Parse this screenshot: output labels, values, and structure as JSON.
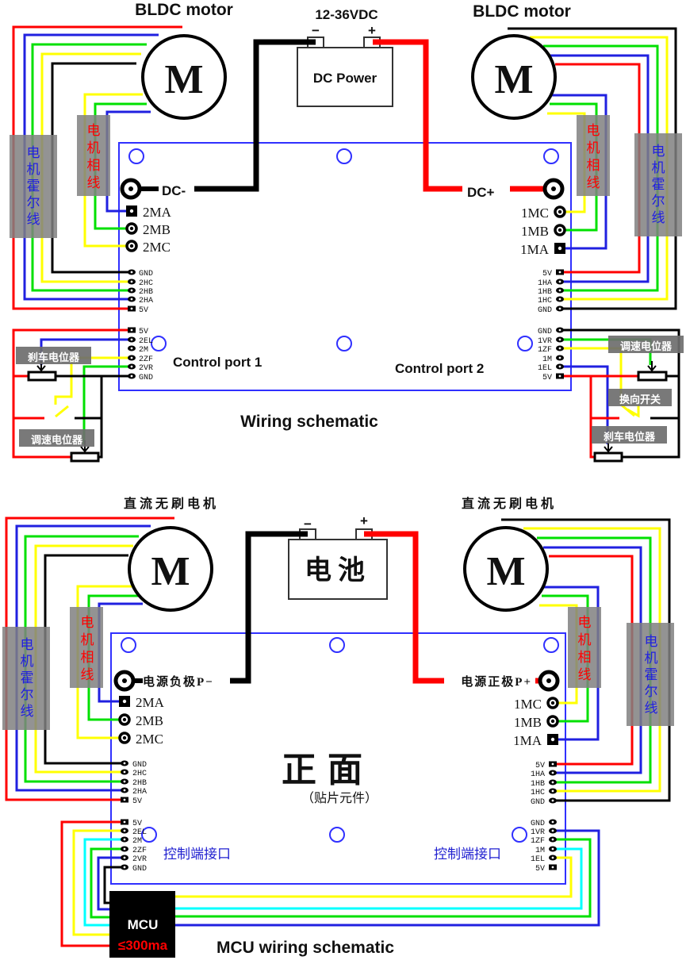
{
  "colors": {
    "red": "#ff0000",
    "blue": "#2020e0",
    "green": "#00e000",
    "yellow": "#ffff00",
    "black": "#000000",
    "cyan": "#00ffff",
    "board_outline": "#3030ff",
    "label_box": "#808080",
    "label_box_dark": "#6e6e6e",
    "mcu_box": "#000000",
    "mcu_limit_text": "#ff0000"
  },
  "top": {
    "title": "Wiring schematic",
    "motor_left_label": "BLDC motor",
    "motor_right_label": "BLDC motor",
    "motor_symbol": "M",
    "power_voltage": "12-36VDC",
    "power_label": "DC Power",
    "power_minus": "−",
    "power_plus": "+",
    "dc_minus_label": "DC-",
    "dc_plus_label": "DC+",
    "hall_wire_label": "电机霍尔线",
    "phase_wire_label": "电机相线",
    "left_phase_pins": [
      "2MA",
      "2MB",
      "2MC"
    ],
    "right_phase_pins": [
      "1MC",
      "1MB",
      "1MA"
    ],
    "left_hall_pins": [
      "GND",
      "2HC",
      "2HB",
      "2HA",
      "5V"
    ],
    "right_hall_pins": [
      "5V",
      "1HA",
      "1HB",
      "1HC",
      "GND"
    ],
    "left_control_pins": [
      "5V",
      "2EL",
      "2M",
      "2ZF",
      "2VR",
      "GND"
    ],
    "right_control_pins": [
      "GND",
      "1VR",
      "1ZF",
      "1M",
      "1EL",
      "5V"
    ],
    "control_port_1": "Control port 1",
    "control_port_2": "Control port 2",
    "brake_pot_label": "刹车电位器",
    "speed_pot_label": "调速电位器",
    "reverse_switch_label": "换向开关"
  },
  "bottom": {
    "title": "MCU wiring schematic",
    "motor_label": "直流无刷电机",
    "motor_symbol": "M",
    "battery_label": "电池",
    "power_minus": "−",
    "power_plus": "+",
    "neg_terminal_label": "电源负极P−",
    "pos_terminal_label": "电源正极P+",
    "hall_wire_label": "电机霍尔线",
    "phase_wire_label": "电机相线",
    "left_phase_pins": [
      "2MA",
      "2MB",
      "2MC"
    ],
    "right_phase_pins": [
      "1MC",
      "1MB",
      "1MA"
    ],
    "left_hall_pins": [
      "GND",
      "2HC",
      "2HB",
      "2HA",
      "5V"
    ],
    "right_hall_pins": [
      "5V",
      "1HA",
      "1HB",
      "1HC",
      "GND"
    ],
    "left_control_pins": [
      "5V",
      "2EL",
      "2M",
      "2ZF",
      "2VR",
      "GND"
    ],
    "right_control_pins": [
      "GND",
      "1VR",
      "1ZF",
      "1M",
      "1EL",
      "5V"
    ],
    "board_face_label": "正面",
    "board_face_sub": "（贴片元件）",
    "control_port_label_left": "控制端接口",
    "control_port_label_right": "控制端接口",
    "mcu_label": "MCU",
    "mcu_current_limit": "≤300ma"
  }
}
